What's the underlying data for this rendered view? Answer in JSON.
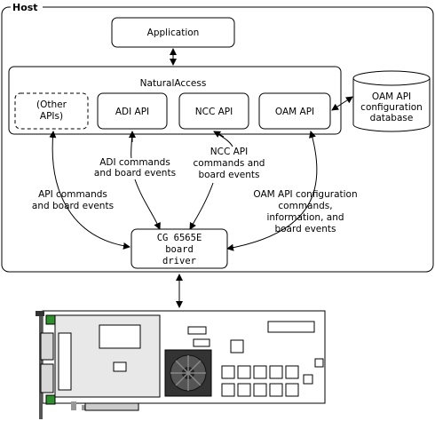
{
  "host": {
    "label": "Host"
  },
  "application": {
    "label": "Application"
  },
  "natural_access": {
    "label": "NaturalAccess",
    "apis": {
      "other": [
        "(Other",
        "APIs)"
      ],
      "adi": "ADI API",
      "ncc": "NCC API",
      "oam": "OAM API"
    }
  },
  "database": {
    "lines": [
      "OAM API",
      "configuration",
      "database"
    ]
  },
  "flows": {
    "adi": [
      "ADI commands",
      "and board events"
    ],
    "ncc": [
      "NCC API",
      "commands and",
      "board events"
    ],
    "api": [
      "API commands",
      "and board events"
    ],
    "oam": [
      "OAM API configuration",
      "commands,",
      "information, and",
      "board events"
    ]
  },
  "driver": {
    "lines": [
      "CG 6565E",
      "board",
      "driver"
    ]
  },
  "colors": {
    "line": "#000000",
    "box_fill": "#ffffff",
    "board_green": "#2f8f2f",
    "board_gray": "#d8d8d8"
  }
}
